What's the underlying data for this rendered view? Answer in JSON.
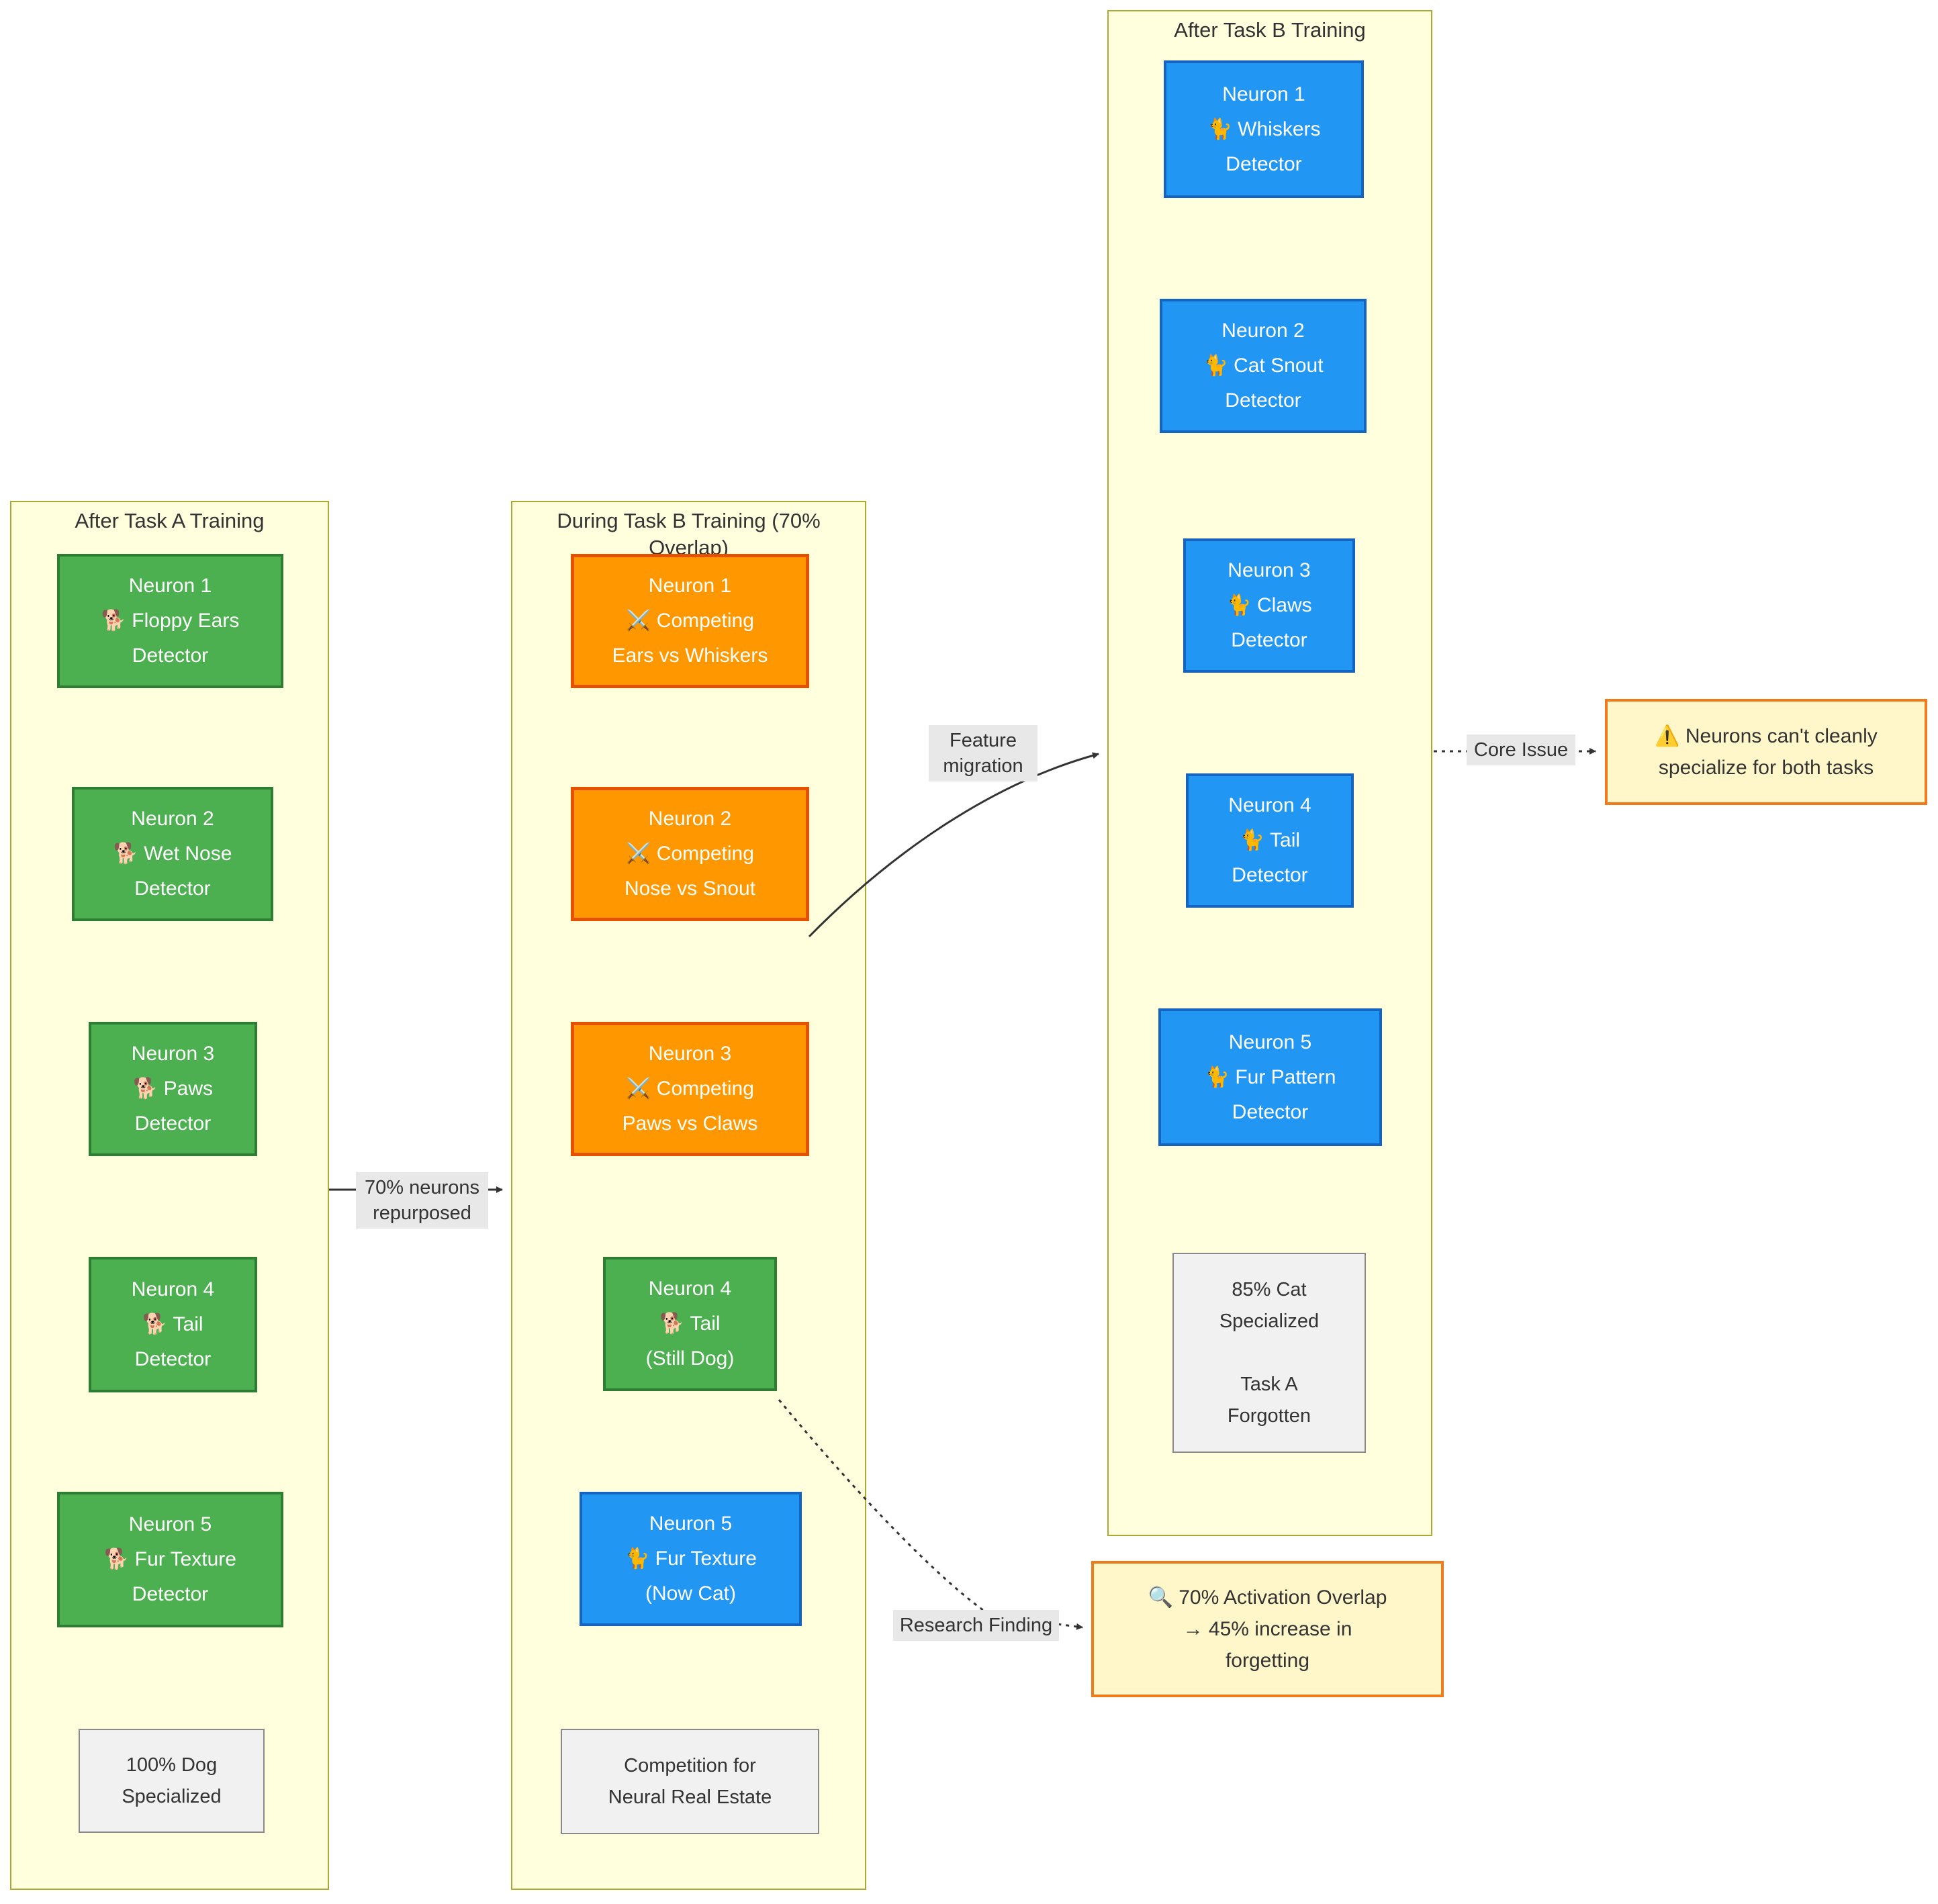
{
  "clusters": [
    {
      "title": "After Task A Training",
      "neurons": [
        {
          "lines": [
            "Neuron 1",
            "🐕 Floppy Ears",
            "Detector"
          ]
        },
        {
          "lines": [
            "Neuron 2",
            "🐕 Wet Nose",
            "Detector"
          ]
        },
        {
          "lines": [
            "Neuron 3",
            "🐕 Paws",
            "Detector"
          ]
        },
        {
          "lines": [
            "Neuron 4",
            "🐕 Tail",
            "Detector"
          ]
        },
        {
          "lines": [
            "Neuron 5",
            "🐕 Fur Texture",
            "Detector"
          ]
        }
      ],
      "summary": "100% Dog\nSpecialized"
    },
    {
      "title": "During Task B Training (70% Overlap)",
      "neurons": [
        {
          "lines": [
            "Neuron 1",
            "⚔️ Competing",
            "Ears vs Whiskers"
          ]
        },
        {
          "lines": [
            "Neuron 2",
            "⚔️ Competing",
            "Nose vs Snout"
          ]
        },
        {
          "lines": [
            "Neuron 3",
            "⚔️ Competing",
            "Paws vs Claws"
          ]
        },
        {
          "lines": [
            "Neuron 4",
            "🐕 Tail",
            "(Still Dog)"
          ]
        },
        {
          "lines": [
            "Neuron 5",
            "🐈 Fur Texture",
            "(Now Cat)"
          ]
        }
      ],
      "summary": "Competition for\nNeural Real Estate"
    },
    {
      "title": "After Task B Training",
      "neurons": [
        {
          "lines": [
            "Neuron 1",
            "🐈 Whiskers",
            "Detector"
          ]
        },
        {
          "lines": [
            "Neuron 2",
            "🐈 Cat Snout",
            "Detector"
          ]
        },
        {
          "lines": [
            "Neuron 3",
            "🐈 Claws",
            "Detector"
          ]
        },
        {
          "lines": [
            "Neuron 4",
            "🐈 Tail",
            "Detector"
          ]
        },
        {
          "lines": [
            "Neuron 5",
            "🐈 Fur Pattern",
            "Detector"
          ]
        }
      ],
      "summary": "85% Cat\nSpecialized\n\nTask A\nForgotten"
    }
  ],
  "edges": {
    "repurposed": "70% neurons\nrepurposed",
    "feature_migration": "Feature\nmigration",
    "research_finding": "Research Finding",
    "core_issue": "Core Issue"
  },
  "callouts": {
    "core_issue": "⚠️ Neurons can't cleanly\nspecialize for both tasks",
    "research": "🔍 70% Activation Overlap\n→ 45% increase in\nforgetting"
  },
  "colors": {
    "dog_fill": "#4caf50",
    "dog_border": "#2e7d32",
    "conflict_fill": "#ff9800",
    "conflict_border": "#e65100",
    "cat_fill": "#2196f3",
    "cat_border": "#1565c0",
    "cluster_fill": "#ffffde",
    "cluster_border": "#aaaa33",
    "callout_fill": "#fff6c9",
    "callout_border": "#ee7c1d"
  }
}
